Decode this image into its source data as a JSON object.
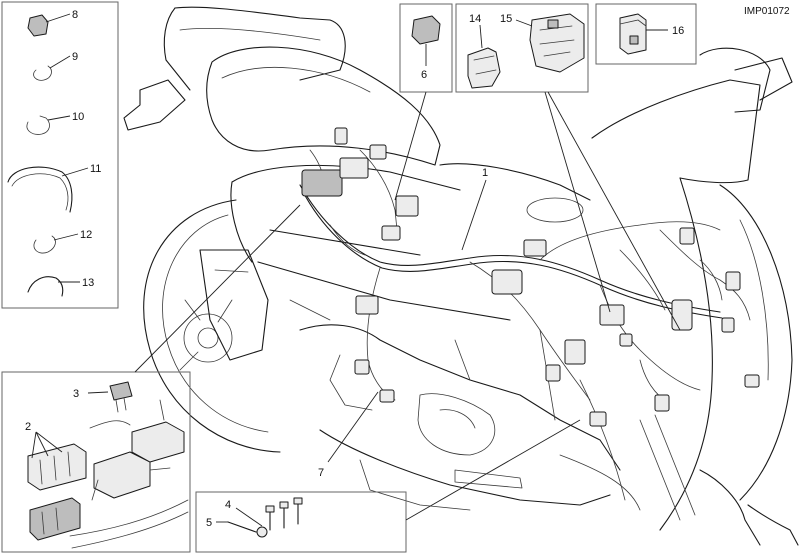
{
  "diagram": {
    "drawing_code": "IMP01072",
    "callouts": {
      "c1": "1",
      "c2": "2",
      "c3": "3",
      "c4": "4",
      "c5": "5",
      "c6": "6",
      "c7": "7",
      "c8": "8",
      "c9": "9",
      "c10": "10",
      "c11": "11",
      "c12": "12",
      "c13": "13",
      "c14": "14",
      "c15": "15",
      "c16": "16"
    }
  }
}
